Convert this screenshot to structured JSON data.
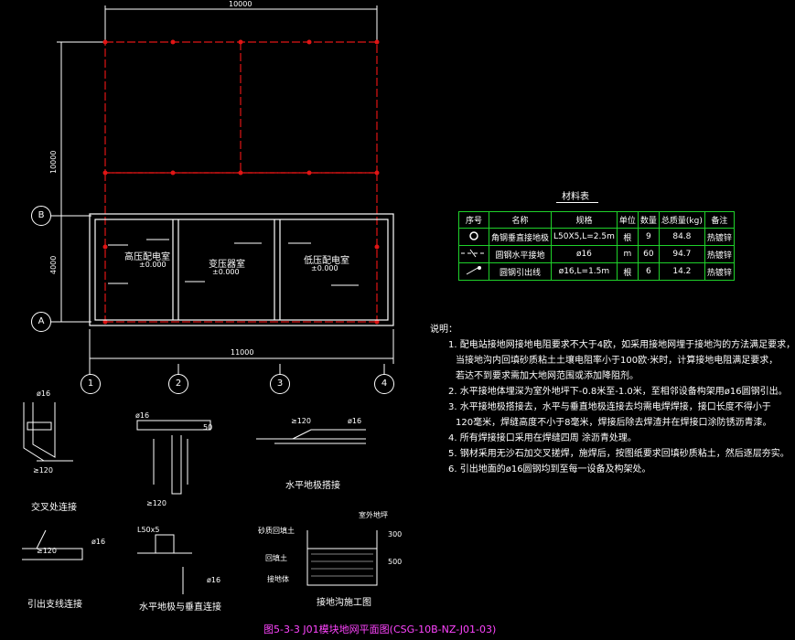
{
  "plan": {
    "dim_top": "10000",
    "dim_left_upper": "10000",
    "dim_left_lower": "4000",
    "dim_bottom": "11000",
    "axis_rows": [
      "B",
      "A"
    ],
    "axis_cols": [
      "1",
      "2",
      "3",
      "4"
    ],
    "rooms": [
      {
        "name": "高压配电室",
        "elev": "±0.000"
      },
      {
        "name": "变压器室",
        "elev": "±0.000"
      },
      {
        "name": "低压配电室",
        "elev": "±0.000"
      }
    ]
  },
  "material_table": {
    "title": "材料表",
    "headers": [
      "序号",
      "名称",
      "规格",
      "单位",
      "数量",
      "总质量(kg)",
      "备注"
    ],
    "rows": [
      {
        "name": "角钢垂直接地极",
        "spec": "L50X5,L=2.5m",
        "unit": "根",
        "qty": "9",
        "mass": "84.8",
        "note": "热镀锌"
      },
      {
        "name": "圆钢水平接地",
        "spec": "ø16",
        "unit": "m",
        "qty": "60",
        "mass": "94.7",
        "note": "热镀锌"
      },
      {
        "name": "圆钢引出线",
        "spec": "ø16,L=1.5m",
        "unit": "根",
        "qty": "6",
        "mass": "14.2",
        "note": "热镀锌"
      }
    ]
  },
  "notes": {
    "header": "说明：",
    "lines": [
      "1. 配电站接地网接地电阻要求不大于4欧，如采用接地网埋于接地沟的方法满足要求，",
      "当接地沟内回填砂质粘土土壤电阻率小于100欧·米时，计算接地电阻满足要求，",
      "若达不到要求需加大地网范围或添加降阻剂。",
      "2. 水平接地体埋深为室外地坪下-0.8米至-1.0米，至相邻设备构架用ø16圆钢引出。",
      "3. 水平接地极搭接去，水平与垂直地极连接去均需电焊焊接，接口长度不得小于",
      "120毫米，焊缝高度不小于8毫米，焊接后除去焊渣并在焊接口涂防锈沥青漆。",
      "4. 所有焊接接口采用在焊缝四周 涂沥青处理。",
      "5. 钢材采用无沙石加交叉搓焊，施焊后，按图纸要求回填砂质粘土，然后逐层夯实。",
      "6. 引出地面的ø16圆钢均到至每一设备及构架处。"
    ]
  },
  "details": {
    "cross": {
      "title": "交叉处连接",
      "rod": "ø16",
      "dim": "≥120"
    },
    "tee": {
      "rod": "ø16",
      "dim50": "50",
      "dim120": "≥120"
    },
    "horizontal": {
      "title": "水平地极搭接",
      "dim": "≥120",
      "rod": "ø16"
    },
    "leadout": {
      "title": "引出支线连接",
      "dim": "≥120",
      "rod": "ø16"
    },
    "vert": {
      "title": "水平地极与垂直连接",
      "angle": "L50x5",
      "rod": "ø16"
    },
    "trench": {
      "title": "接地沟施工图",
      "ground": "室外地坪",
      "soil1": "砂质回填土",
      "soil2": "回填土",
      "body": "接地体",
      "dim1": "300",
      "dim2": "500"
    }
  },
  "caption": "图5-3-3 J01模块地网平面图(CSG-10B-NZ-J01-03)"
}
